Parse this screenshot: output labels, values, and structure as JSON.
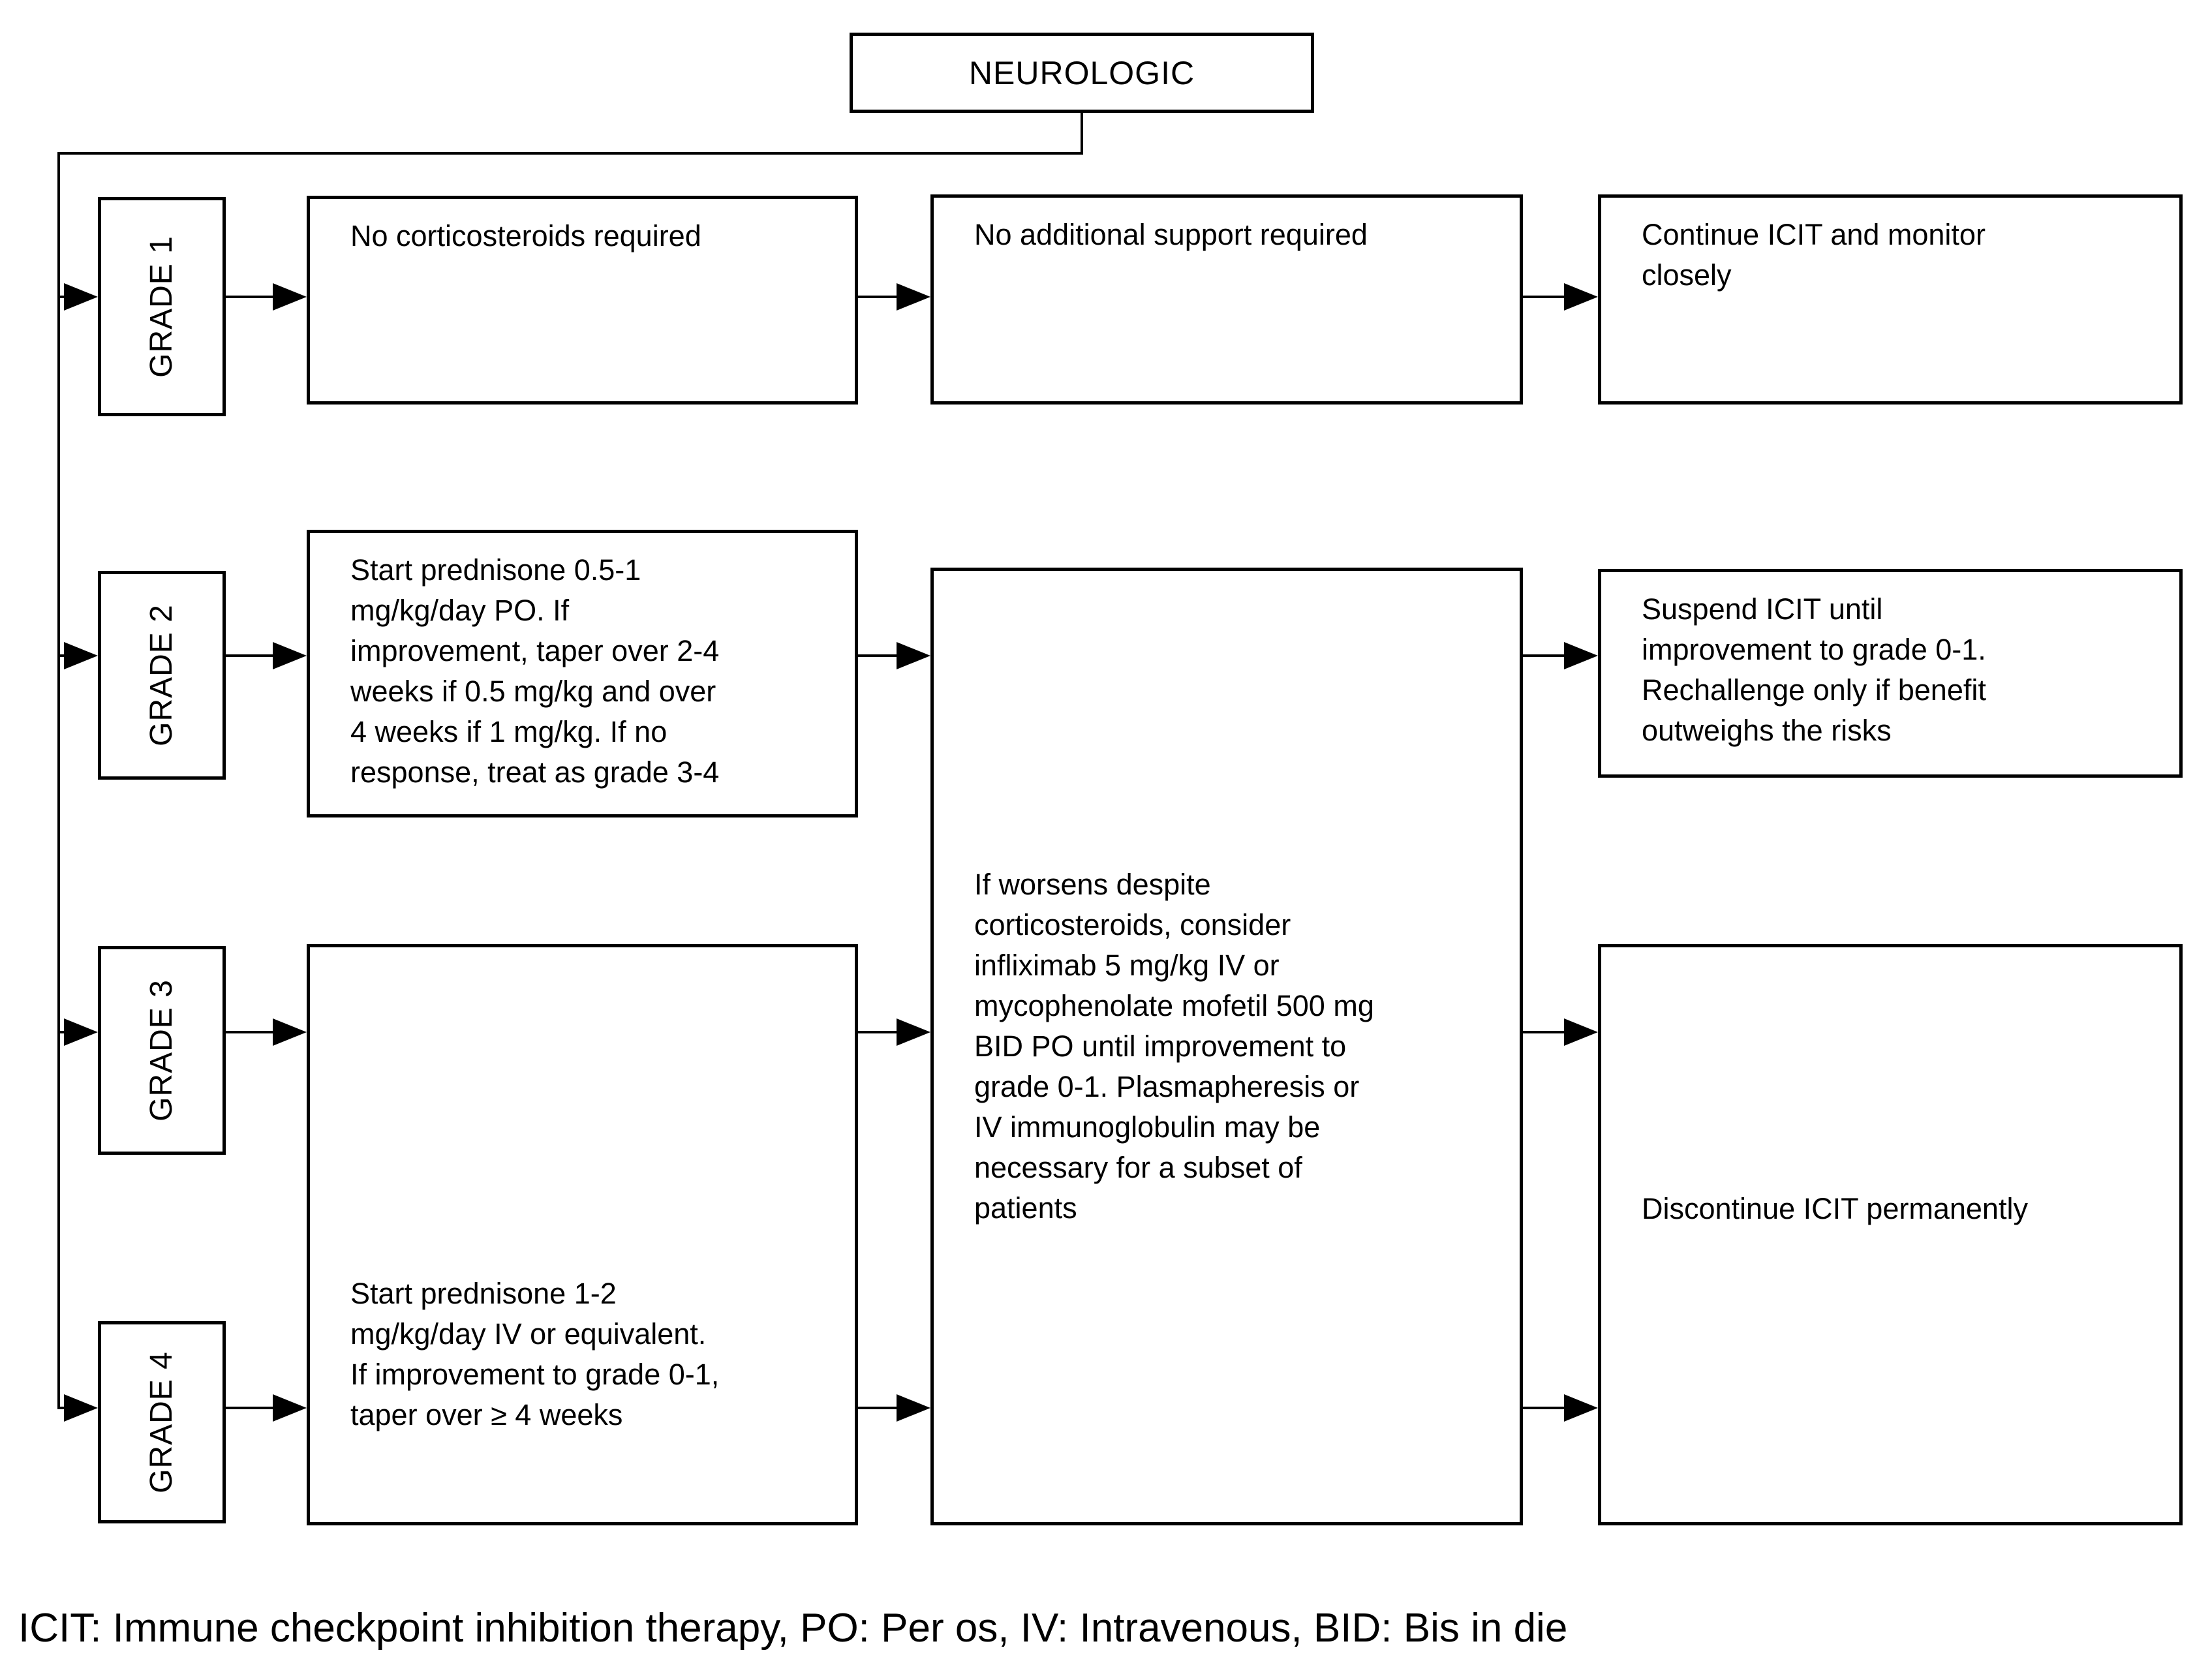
{
  "header": {
    "title": "NEUROLOGIC"
  },
  "grades": {
    "g1": "GRADE 1",
    "g2": "GRADE 2",
    "g3": "GRADE 3",
    "g4": "GRADE 4"
  },
  "boxes": {
    "g1_treatment": "No corticosteroids required",
    "g1_support": "No additional support required",
    "g1_action": "Continue ICIT and monitor\nclosely",
    "g2_treatment": "Start prednisone 0.5-1\nmg/kg/day PO. If\nimprovement, taper over 2-4\nweeks if 0.5 mg/kg and over\n4 weeks if 1 mg/kg. If no\nresponse, treat as grade 3-4",
    "escalation": "If worsens despite\ncorticosteroids, consider\ninfliximab 5 mg/kg IV or\nmycophenolate mofetil 500 mg\nBID PO until improvement to\ngrade 0-1. Plasmapheresis or\nIV immunoglobulin may be\nnecessary for a subset of\npatients",
    "g2_action": "Suspend ICIT until\nimprovement to grade 0-1.\nRechallenge only if benefit\noutweighs the risks",
    "g34_treatment": "Start prednisone 1-2\nmg/kg/day IV or equivalent.\nIf improvement to grade 0-1,\ntaper over ≥ 4 weeks",
    "g34_action": "Discontinue ICIT permanently"
  },
  "footer": {
    "legend": "ICIT: Immune checkpoint inhibition therapy, PO: Per os, IV: Intravenous, BID: Bis in die"
  },
  "colors": {
    "line": "#000000",
    "background": "#ffffff"
  }
}
